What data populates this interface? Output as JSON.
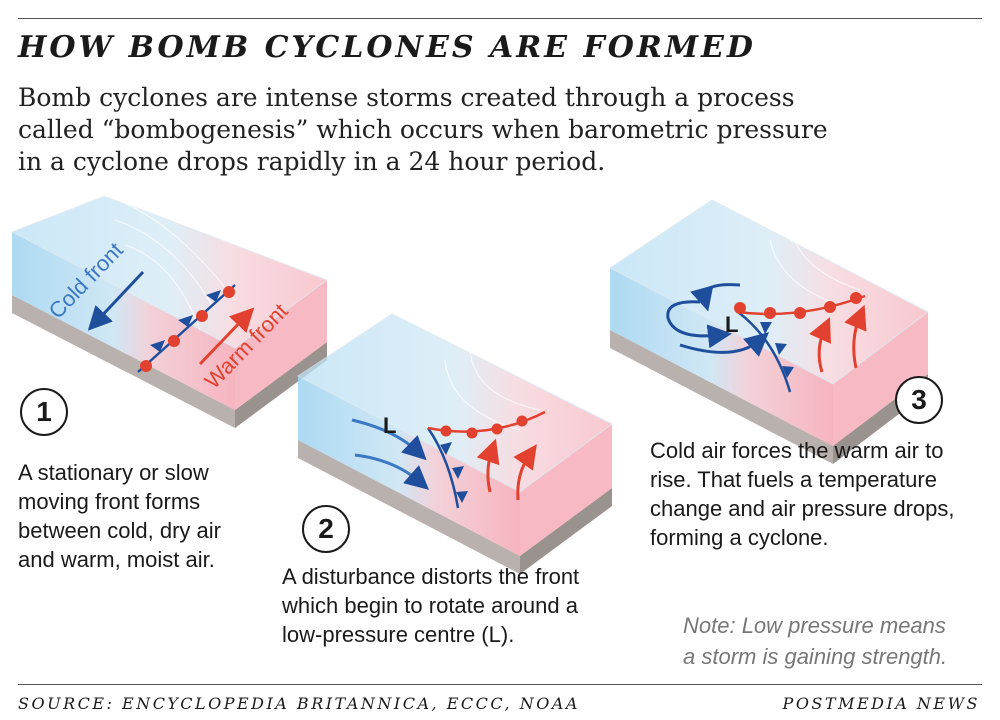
{
  "title": "HOW BOMB CYCLONES ARE FORMED",
  "intro": [
    "Bomb cyclones are intense storms created through a process",
    "called “bombogenesis” which occurs when barometric pressure",
    "in a cyclone drops rapidly in a 24 hour period."
  ],
  "labels": {
    "cold_front": "Cold front",
    "warm_front": "Warm front",
    "low": "L"
  },
  "steps": [
    {
      "number": "1",
      "lines": [
        "A stationary or slow",
        "moving front forms",
        "between cold, dry air",
        "and warm, moist air."
      ]
    },
    {
      "number": "2",
      "lines": [
        "A disturbance distorts the front",
        "which begin to rotate around a",
        "low-pressure centre (L)."
      ]
    },
    {
      "number": "3",
      "lines": [
        "Cold air forces the warm air to",
        "rise. That fuels a temperature",
        "change and air pressure drops,",
        "forming a cyclone."
      ]
    }
  ],
  "note": [
    "Note: Low pressure means",
    "a storm is gaining strength."
  ],
  "source": "SOURCE: ENCYCLOPEDIA BRITANNICA, ECCC, NOAA",
  "credit": "POSTMEDIA NEWS",
  "colors": {
    "cold": "#9fd3f0",
    "warm": "#f5a7b4",
    "cold_front": "#1f4f9c",
    "warm_front": "#e2412f",
    "ground": "#b9b1ad"
  }
}
